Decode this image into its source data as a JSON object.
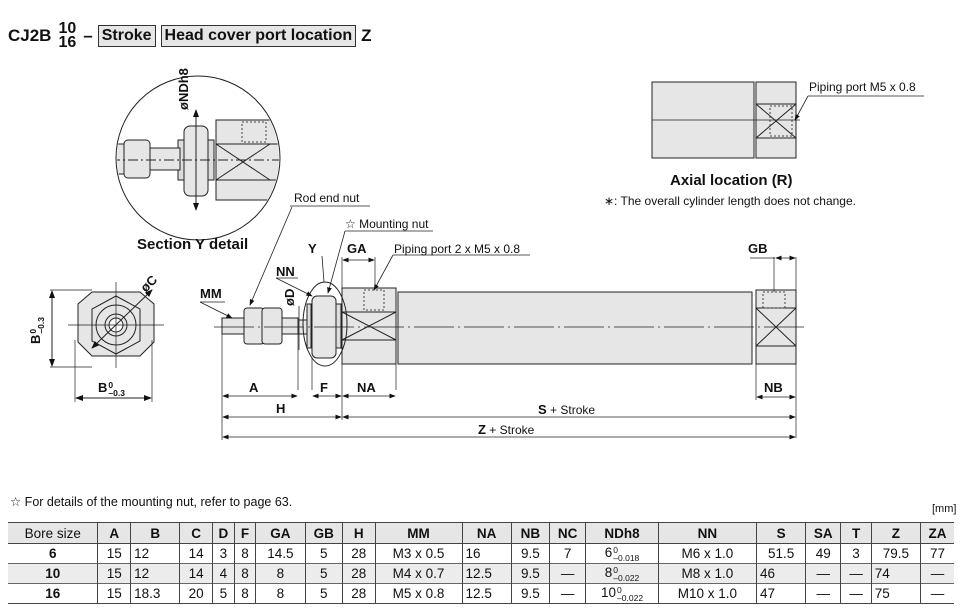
{
  "title": {
    "model": "CJ2B",
    "bore_top": "10",
    "bore_bottom": "16",
    "dash": "–",
    "stroke_box": "Stroke",
    "port_box": "Head cover port location",
    "suffix": "Z"
  },
  "section_detail": {
    "caption": "Section Y detail",
    "dim_label": "øNDh8"
  },
  "end_view": {
    "dim_c": "øC",
    "dim_b_vertical": "B",
    "dim_b_horizontal": "B",
    "tol_upper": "0",
    "tol_lower": "–0.3"
  },
  "axial_view": {
    "port_label": "Piping port M5 x 0.8",
    "caption": "Axial location (R)",
    "note": "∗: The overall cylinder length does not change."
  },
  "main_view": {
    "rod_end_nut": "Rod end nut",
    "mounting_nut": "☆ Mounting nut",
    "piping_port": "Piping port 2 x M5 x 0.8",
    "labels": {
      "Y": "Y",
      "GA": "GA",
      "GB": "GB",
      "NN": "NN",
      "MM": "MM",
      "D": "øD",
      "A": "A",
      "F": "F",
      "NA": "NA",
      "NB": "NB",
      "H": "H",
      "S": "S",
      "Z": "Z",
      "stroke_suffix": "+ Stroke"
    }
  },
  "footnote": "☆ For details of the mounting nut, refer to page 63.",
  "unit": "[mm]",
  "table": {
    "headers": [
      "Bore size",
      "A",
      "B",
      "C",
      "D",
      "F",
      "GA",
      "GB",
      "H",
      "MM",
      "NA",
      "NB",
      "NC",
      "NDh8",
      "NN",
      "S",
      "SA",
      "T",
      "Z",
      "ZA"
    ],
    "rows": [
      {
        "bore": "6",
        "A": "15",
        "B": "12",
        "C": "14",
        "D": "3",
        "F": "8",
        "GA": "14.5",
        "GB": "5",
        "H": "28",
        "MM": "M3 x 0.5",
        "NA": "16",
        "NB": "9.5",
        "NC": "7",
        "ND": "6",
        "ND_up": "0",
        "ND_low": "–0.018",
        "NN": "M6 x 1.0",
        "S": "51.5",
        "SA": "49",
        "T": "3",
        "Z": "79.5",
        "ZA": "77"
      },
      {
        "bore": "10",
        "A": "15",
        "B": "12",
        "C": "14",
        "D": "4",
        "F": "8",
        "GA": "8",
        "GB": "5",
        "H": "28",
        "MM": "M4 x 0.7",
        "NA": "12.5",
        "NB": "9.5",
        "NC": "—",
        "ND": "8",
        "ND_up": "0",
        "ND_low": "–0.022",
        "NN": "M8 x 1.0",
        "S": "46",
        "SA": "—",
        "T": "—",
        "Z": "74",
        "ZA": "—"
      },
      {
        "bore": "16",
        "A": "15",
        "B": "18.3",
        "C": "20",
        "D": "5",
        "F": "8",
        "GA": "8",
        "GB": "5",
        "H": "28",
        "MM": "M5 x 0.8",
        "NA": "12.5",
        "NB": "9.5",
        "NC": "—",
        "ND": "10",
        "ND_up": "0",
        "ND_low": "–0.022",
        "NN": "M10 x 1.0",
        "S": "47",
        "SA": "—",
        "T": "—",
        "Z": "75",
        "ZA": "—"
      }
    ]
  }
}
